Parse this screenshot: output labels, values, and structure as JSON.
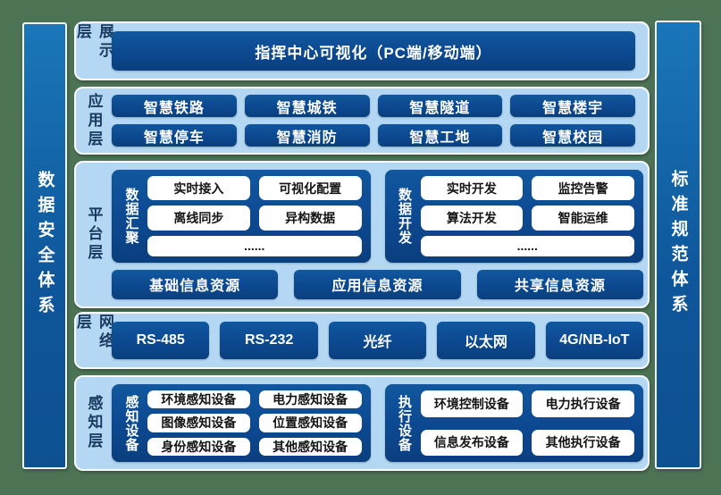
{
  "sidebars": {
    "left_label": "数据安全体系",
    "right_label": "标准规范体系"
  },
  "display_layer": {
    "label": "展示层",
    "title": "指挥中心可视化（PC端/移动端）"
  },
  "app_layer": {
    "label": "应用层",
    "items": [
      "智慧铁路",
      "智慧城铁",
      "智慧隧道",
      "智慧楼宇",
      "智慧停车",
      "智慧消防",
      "智慧工地",
      "智慧校园"
    ]
  },
  "platform_layer": {
    "label": "平台层",
    "aggregation": {
      "label": "数据汇聚",
      "items": [
        "实时接入",
        "可视化配置",
        "离线同步",
        "异构数据"
      ],
      "ellipsis": "......"
    },
    "development": {
      "label": "数据开发",
      "items": [
        "实时开发",
        "监控告警",
        "算法开发",
        "智能运维"
      ],
      "ellipsis": "......"
    },
    "resources": [
      "基础信息资源",
      "应用信息资源",
      "共享信息资源"
    ]
  },
  "network_layer": {
    "label": "网络层",
    "items": [
      "RS-485",
      "RS-232",
      "光纤",
      "以太网",
      "4G/NB-IoT"
    ]
  },
  "perception_layer": {
    "label": "感知层",
    "sensing": {
      "label": "感知设备",
      "items": [
        "环境感知设备",
        "电力感知设备",
        "图像感知设备",
        "位置感知设备",
        "身份感知设备",
        "其他感知设备"
      ]
    },
    "execution": {
      "label": "执行设备",
      "items": [
        "环境控制设备",
        "电力执行设备",
        "信息发布设备",
        "其他执行设备"
      ]
    }
  },
  "colors": {
    "background_green": "#4d7355",
    "panel_light_blue": "#b4d8f3",
    "box_dark_blue": "#0c4890",
    "sidebar_blue": "#1068ab",
    "box_text": "#ffffff",
    "label_text": "#1a3b61"
  }
}
